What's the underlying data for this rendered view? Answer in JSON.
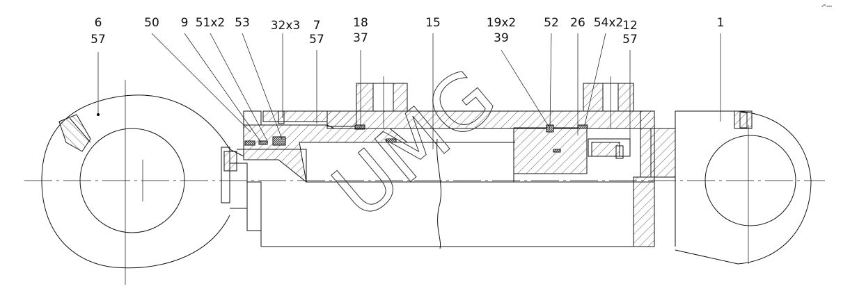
{
  "drawing": {
    "title": "Hydraulic cylinder assembly section",
    "corner_note": "▪▀ ▪▪▪",
    "watermark": "UMG",
    "part_labels": [
      {
        "id": "p6",
        "line1": "6",
        "line2": "57"
      },
      {
        "id": "p50",
        "line1": "50",
        "line2": ""
      },
      {
        "id": "p9",
        "line1": "9",
        "line2": ""
      },
      {
        "id": "p51",
        "line1": "51x2",
        "line2": ""
      },
      {
        "id": "p53",
        "line1": "53",
        "line2": ""
      },
      {
        "id": "p32",
        "line1": "32x3",
        "line2": ""
      },
      {
        "id": "p7",
        "line1": "7",
        "line2": "57"
      },
      {
        "id": "p18",
        "line1": "18",
        "line2": "37"
      },
      {
        "id": "p15",
        "line1": "15",
        "line2": ""
      },
      {
        "id": "p19",
        "line1": "19x2",
        "line2": "39"
      },
      {
        "id": "p52",
        "line1": "52",
        "line2": ""
      },
      {
        "id": "p26",
        "line1": "26",
        "line2": ""
      },
      {
        "id": "p54",
        "line1": "54x2",
        "line2": ""
      },
      {
        "id": "p12",
        "line1": "12",
        "line2": "57"
      },
      {
        "id": "p1",
        "line1": "1",
        "line2": ""
      }
    ]
  }
}
